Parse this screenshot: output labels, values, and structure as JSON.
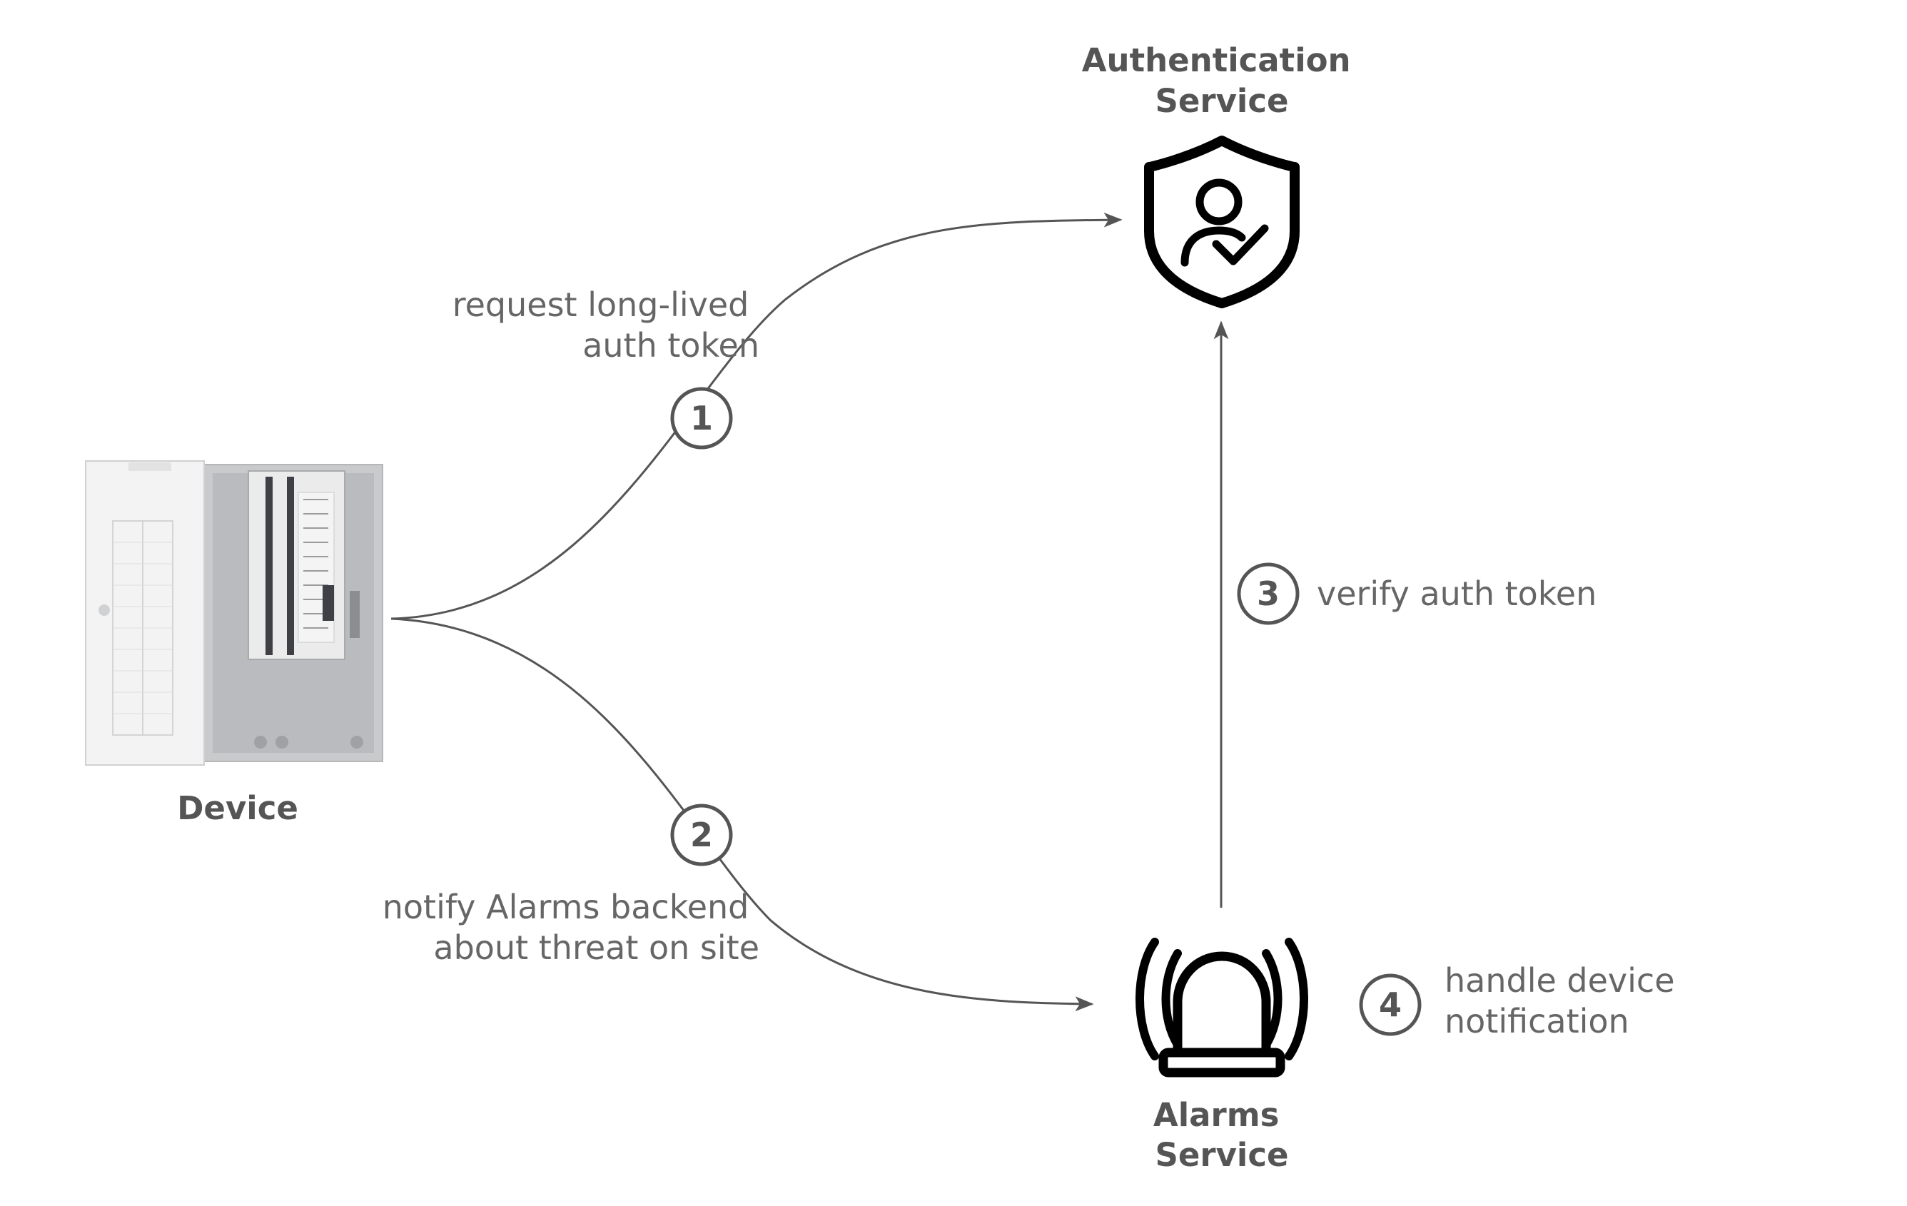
{
  "nodes": {
    "auth": {
      "title_line1": "Authentication",
      "title_line2": "Service",
      "icon": "shield-user-check-icon"
    },
    "device": {
      "title": "Device",
      "icon": "security-panel-device-image"
    },
    "alarms": {
      "title_line1": "Alarms",
      "title_line2": "Service",
      "icon": "alarm-siren-icon"
    }
  },
  "steps": [
    {
      "number": "1",
      "label_lines": [
        "request long-lived",
        "auth token"
      ]
    },
    {
      "number": "2",
      "label_lines": [
        "notify Alarms backend",
        "about threat on site"
      ]
    },
    {
      "number": "3",
      "label_lines": [
        "verify auth token"
      ]
    },
    {
      "number": "4",
      "label_lines": [
        "handle device",
        "notification"
      ]
    }
  ],
  "colors": {
    "text": "#555555",
    "label": "#666666",
    "icon": "#000000",
    "edge": "#555555"
  }
}
